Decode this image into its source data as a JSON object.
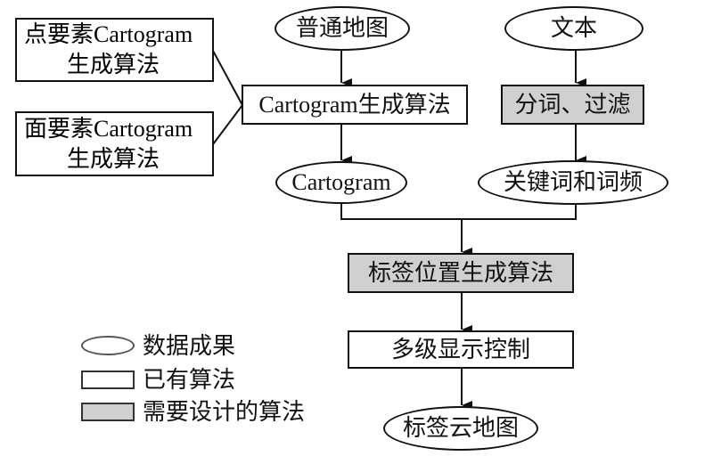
{
  "diagram": {
    "left_inputs": [
      {
        "line1": "点要素Cartogram",
        "line2": "生成算法"
      },
      {
        "line1": "面要素Cartogram",
        "line2": "生成算法"
      }
    ],
    "nodes": {
      "normal_map": "普通地图",
      "cartogram_algo": "Cartogram生成算法",
      "cartogram": "Cartogram",
      "text": "文本",
      "segment_filter": "分词、过滤",
      "keywords_freq": "关键词和词频",
      "label_position_algo": "标签位置生成算法",
      "multilevel_display": "多级显示控制",
      "tag_cloud_map": "标签云地图"
    },
    "legend": [
      {
        "shape": "ellipse",
        "label": "数据成果"
      },
      {
        "shape": "white-rect",
        "label": "已有算法"
      },
      {
        "shape": "gray-rect",
        "label": "需要设计的算法"
      }
    ],
    "colors": {
      "stroke": "#111111",
      "gray_fill": "#d0d0d0",
      "background": "#ffffff"
    }
  }
}
